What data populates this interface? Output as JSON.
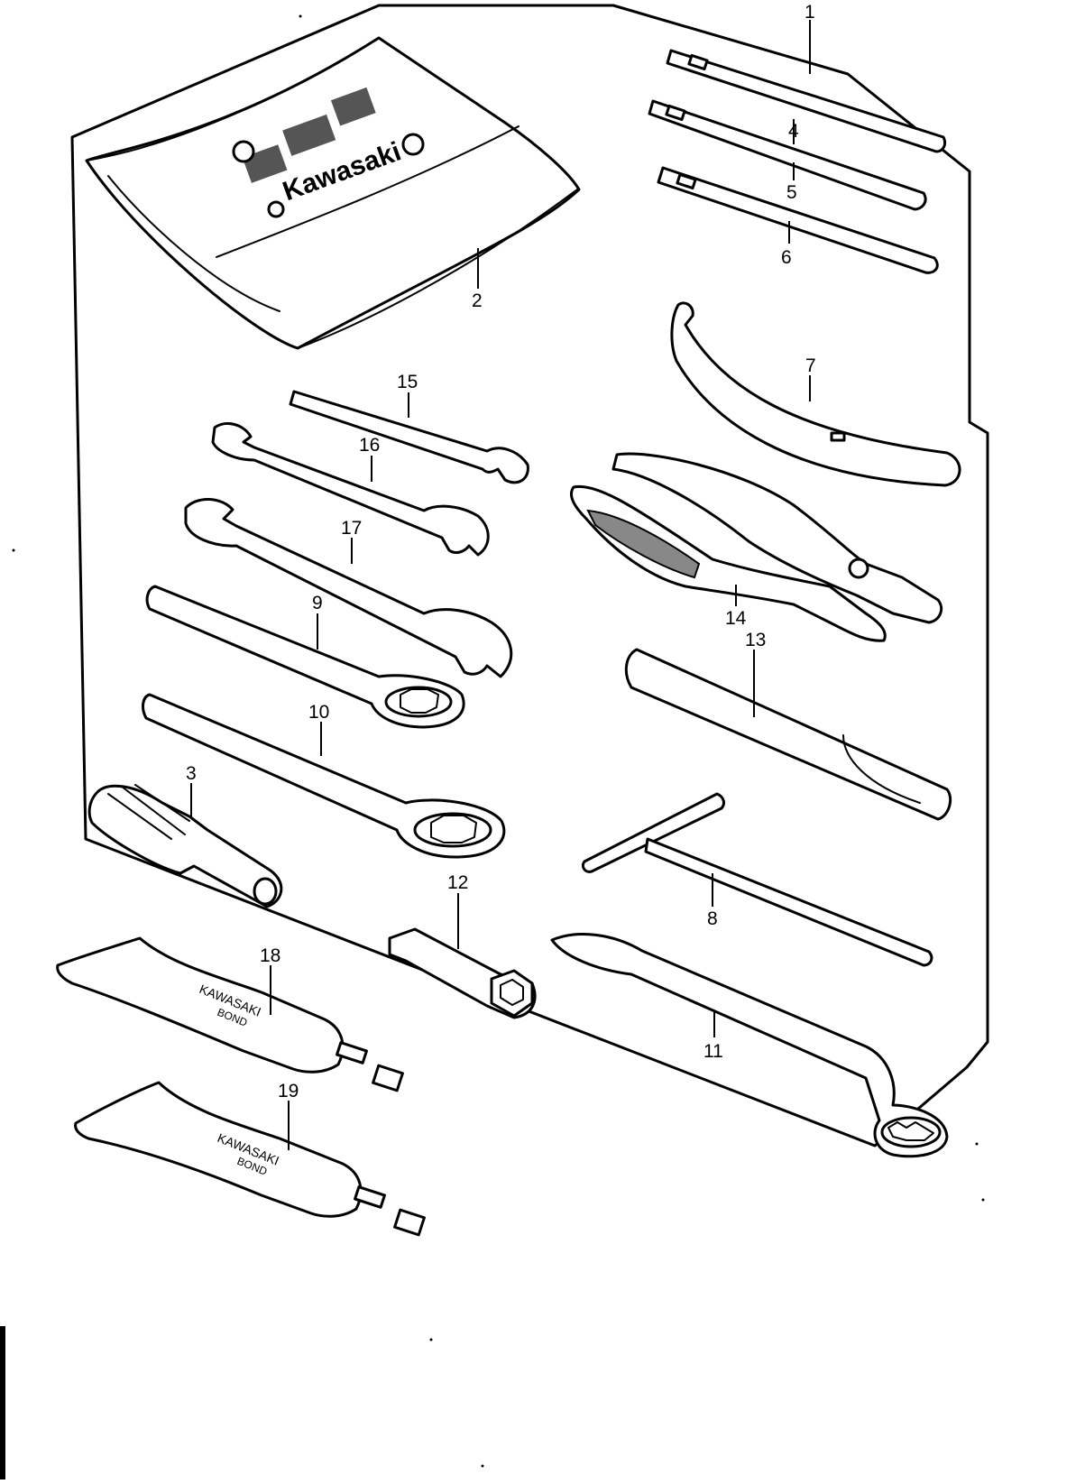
{
  "brand": {
    "pouch_logo": "Kawasaki",
    "tube_text_top": "KAWASAKI",
    "tube_text_bottom": "BOND"
  },
  "callouts": {
    "c1": "1",
    "c2": "2",
    "c3": "3",
    "c4": "4",
    "c5": "5",
    "c6": "6",
    "c7": "7",
    "c8": "8",
    "c9": "9",
    "c10": "10",
    "c11": "11",
    "c12": "12",
    "c13": "13",
    "c14": "14",
    "c15": "15",
    "c16": "16",
    "c17": "17",
    "c18": "18",
    "c19": "19"
  }
}
